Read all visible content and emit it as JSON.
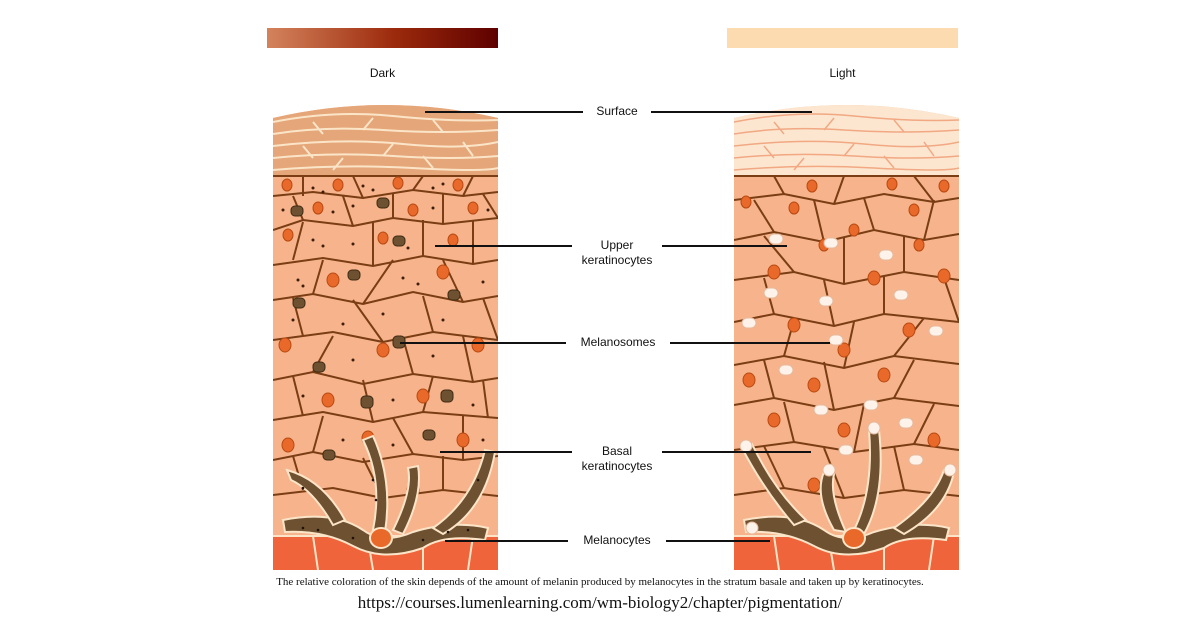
{
  "swatches": {
    "dark": {
      "gradient_start": "#d4835c",
      "gradient_mid": "#9c2a0c",
      "gradient_end": "#5e0000"
    },
    "light": {
      "color": "#fddbb0"
    }
  },
  "columns": {
    "dark": {
      "title": "Dark",
      "cell_fill": "#f7b48c",
      "cell_border": "#7a3d14",
      "surface_fill": "#e5a679",
      "melanosome": "dark-granule-clusters"
    },
    "light": {
      "title": "Light",
      "cell_fill": "#f7b48c",
      "cell_border": "#7a3d14",
      "surface_fill": "#fce6cf",
      "melanosome": "pale-vesicles"
    }
  },
  "labels": [
    {
      "id": "surface",
      "line1": "Surface",
      "line2": ""
    },
    {
      "id": "upper",
      "line1": "Upper",
      "line2": "keratinocytes"
    },
    {
      "id": "melanosomes",
      "line1": "Melanosomes",
      "line2": ""
    },
    {
      "id": "basal",
      "line1": "Basal",
      "line2": "keratinocytes"
    },
    {
      "id": "melanocytes",
      "line1": "Melanocytes",
      "line2": ""
    }
  ],
  "caption": "The relative coloration of the skin depends of the amount of melanin produced by melanocytes in the stratum basale and taken up by keratinocytes.",
  "source_url": "https://courses.lumenlearning.com/wm-biology2/chapter/pigmentation/",
  "colors": {
    "nucleus": "#e8692a",
    "melanocyte_body": "#6e5130",
    "dermis": "#f0643c",
    "keratin_line": "#fbe5c8"
  }
}
